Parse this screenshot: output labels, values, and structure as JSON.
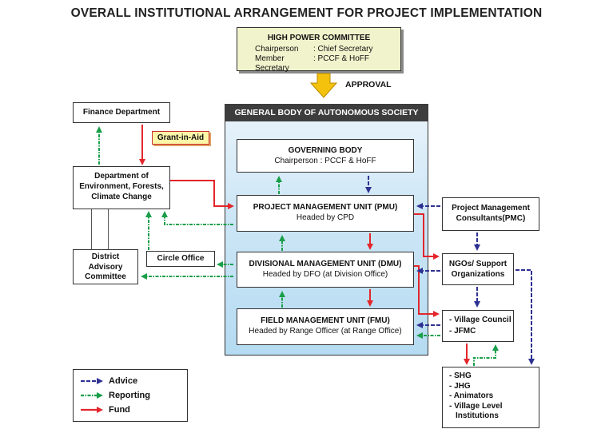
{
  "title": "OVERALL INSTITUTIONAL ARRANGEMENT FOR PROJECT IMPLEMENTATION",
  "high_power_committee": {
    "heading": "HIGH POWER COMMITTEE",
    "chair_key": "Chairperson",
    "chair_val": ": Chief Secretary",
    "member_key": "Member Secretary",
    "member_val": ": PCCF & HoFF"
  },
  "approval_label": "APPROVAL",
  "general_body": "GENERAL BODY OF AUTONOMOUS SOCIETY",
  "governing_body": {
    "heading": "GOVERNING BODY",
    "sub": "Chairperson : PCCF & HoFF"
  },
  "pmu": {
    "heading": "PROJECT MANAGEMENT UNIT (PMU)",
    "sub": "Headed by CPD"
  },
  "dmu": {
    "heading": "DIVISIONAL MANAGEMENT UNIT (DMU)",
    "sub": "Headed by DFO (at Division Office)"
  },
  "fmu": {
    "heading": "FIELD MANAGEMENT UNIT (FMU)",
    "sub": "Headed by Range Officer (at Range Office)"
  },
  "finance_department": "Finance Department",
  "grant_in_aid": "Grant-in-Aid",
  "department": {
    "line1": "Department of",
    "line2": "Environment, Forests,",
    "line3": "Climate Change"
  },
  "district_advisory": {
    "line1": "District",
    "line2": "Advisory",
    "line3": "Committee"
  },
  "circle_office": "Circle Office",
  "pmc": {
    "line1": "Project Management",
    "line2": "Consultants(PMC)"
  },
  "ngos": {
    "line1": "NGOs/ Support",
    "line2": "Organizations"
  },
  "village": {
    "line1": "- Village Council",
    "line2": "- JFMC"
  },
  "community": [
    "- SHG",
    "- JHG",
    "- Animators",
    "- Village Level",
    "Institutions"
  ],
  "legend": {
    "advice": "Advice",
    "reporting": "Reporting",
    "fund": "Fund"
  },
  "colors": {
    "advice": "#2e3192",
    "reporting": "#1a9e4a",
    "fund": "#e3262b",
    "approval_arrow": "#f4c20d"
  }
}
